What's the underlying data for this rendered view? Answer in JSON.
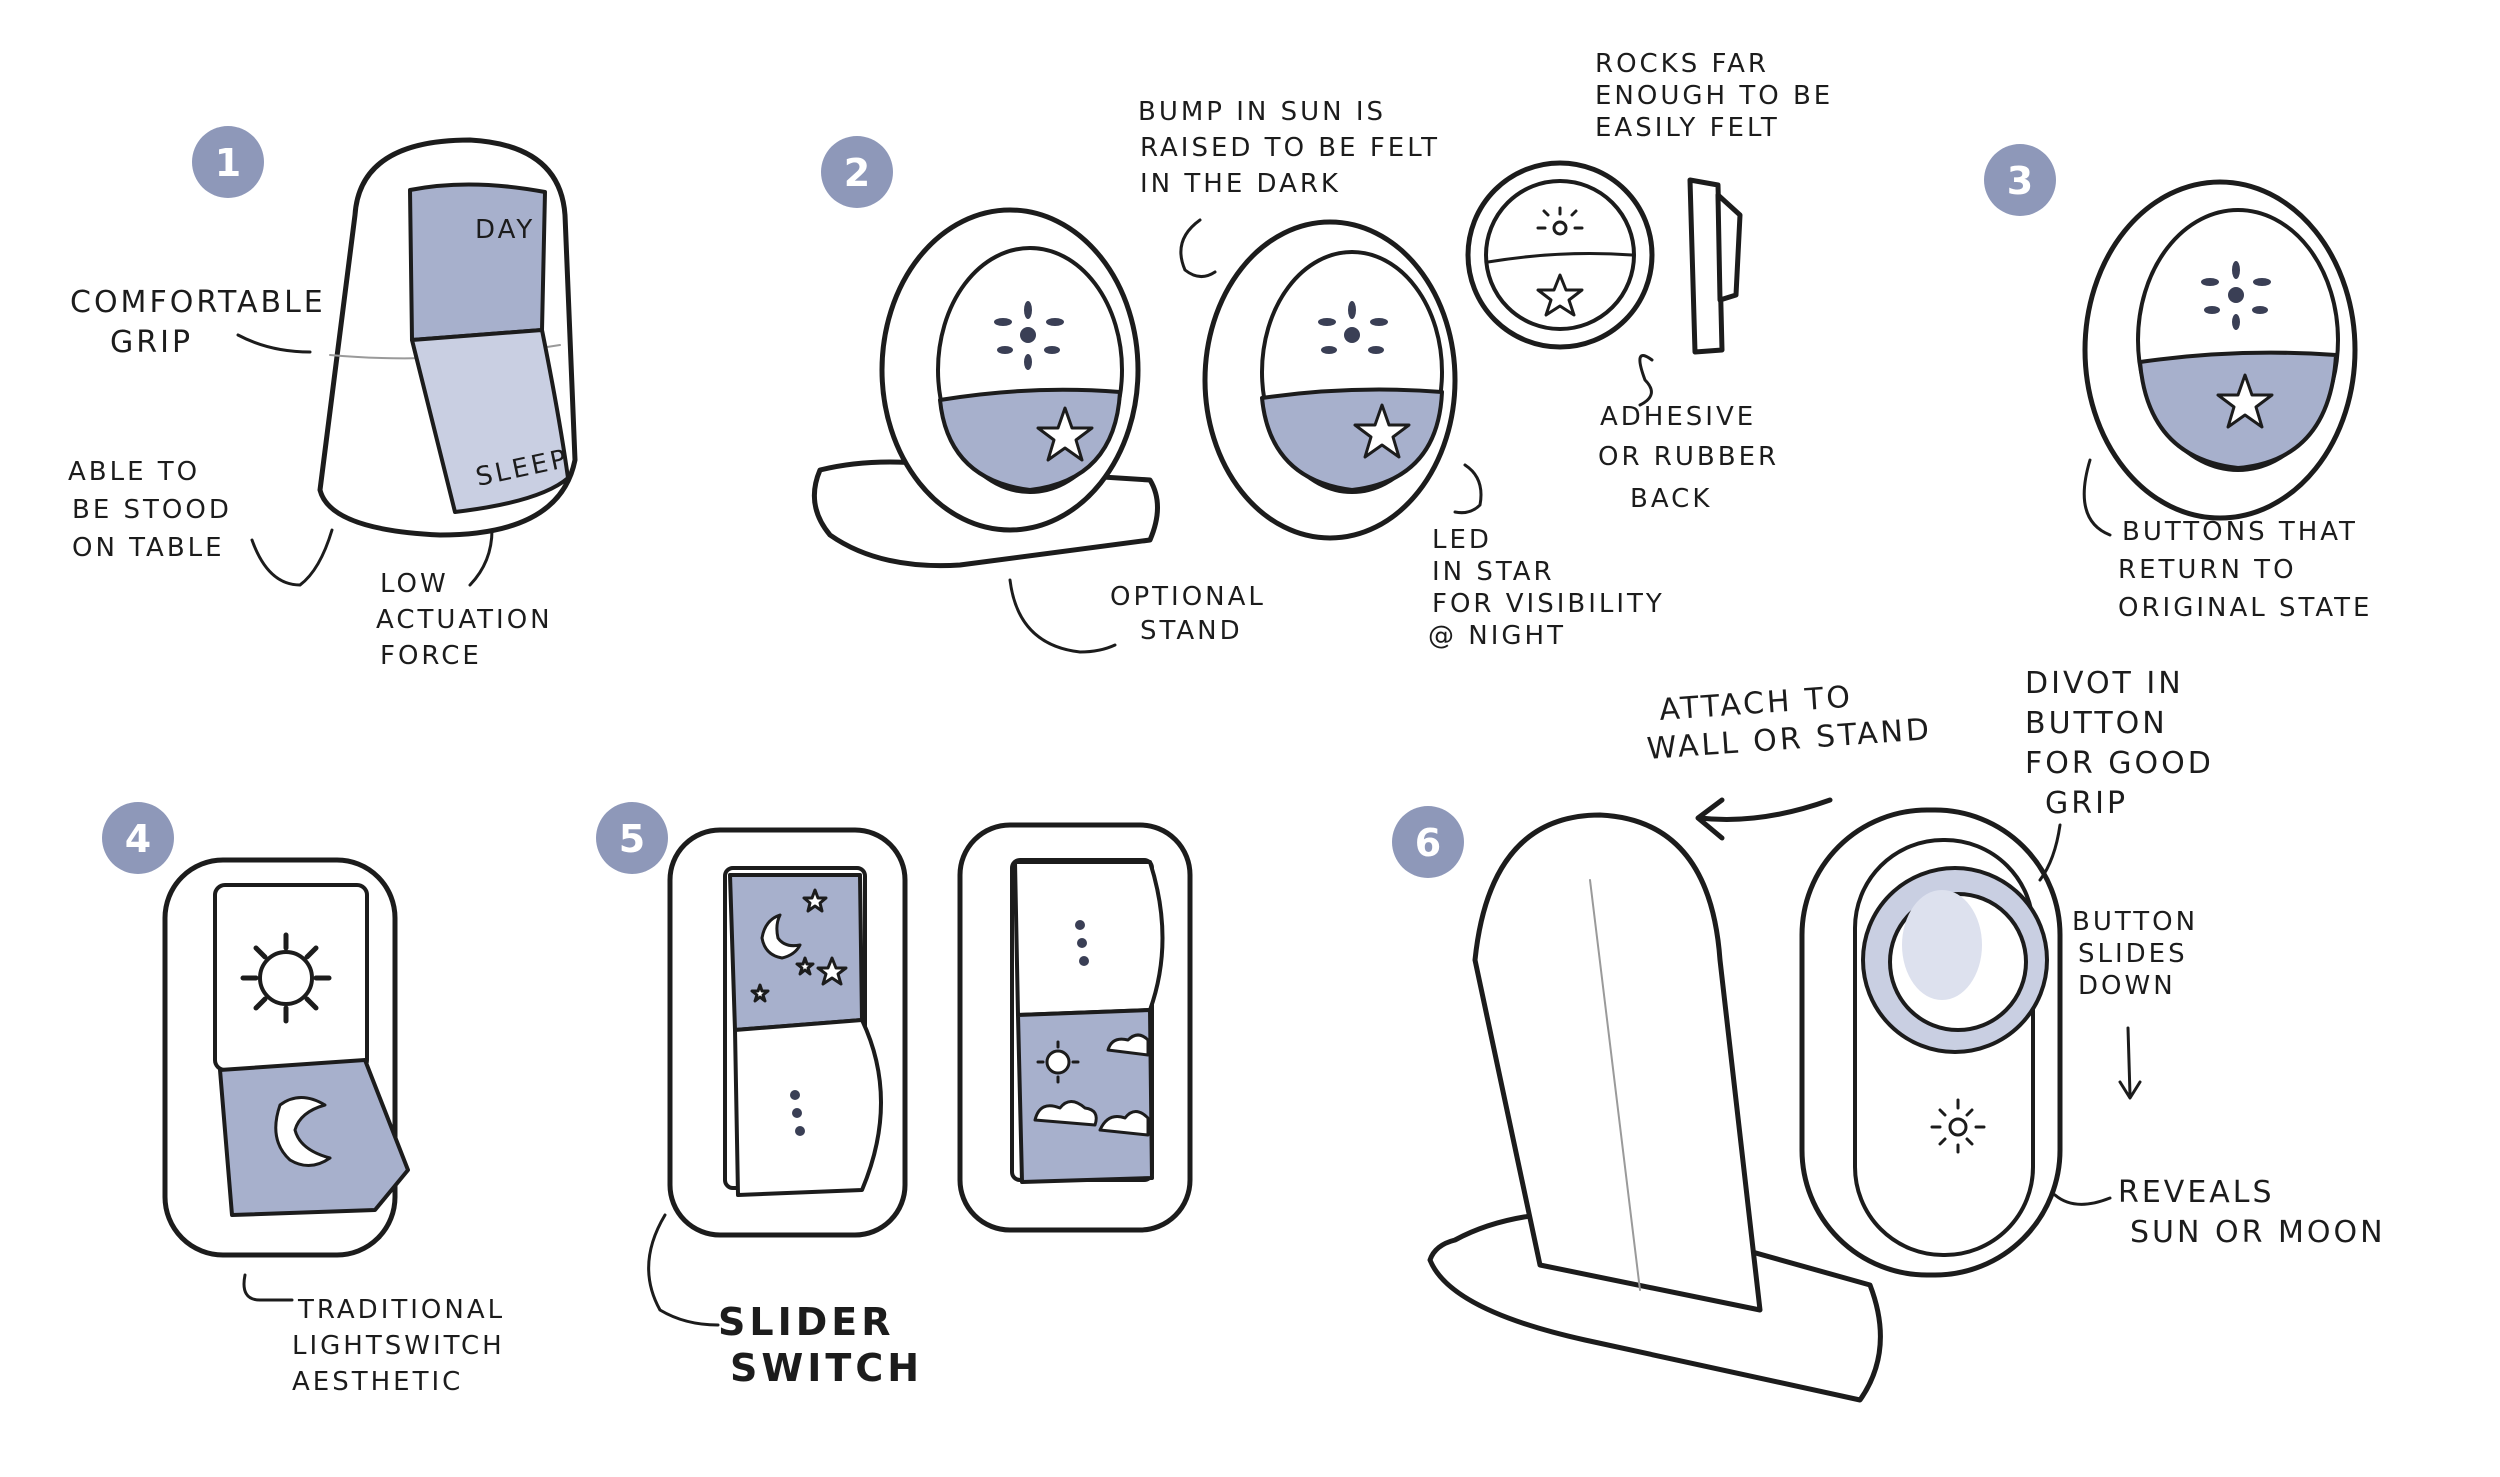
{
  "concepts": [
    {
      "number": "1",
      "switch_labels": {
        "top": "DAY",
        "bottom": "SLEEP"
      },
      "notes": {
        "grip": [
          "COMFORTABLE",
          "GRIP"
        ],
        "table": [
          "ABLE TO",
          "BE STOOD",
          "ON TABLE"
        ],
        "force": [
          "LOW",
          "ACTUATION",
          "FORCE"
        ]
      }
    },
    {
      "number": "2",
      "notes": {
        "bump": [
          "BUMP IN SUN IS",
          "RAISED TO BE FELT",
          "IN THE DARK"
        ],
        "rocks": [
          "ROCKS FAR",
          "ENOUGH TO BE",
          "EASILY FELT"
        ],
        "adhesive": [
          "ADHESIVE",
          "OR RUBBER",
          "BACK"
        ],
        "stand": [
          "OPTIONAL",
          "STAND"
        ],
        "led": [
          "LED",
          "IN STAR",
          "FOR VISIBILITY",
          "@ NIGHT"
        ]
      }
    },
    {
      "number": "3",
      "notes": {
        "return": [
          "BUTTONS THAT",
          "RETURN TO",
          "ORIGINAL STATE"
        ]
      }
    },
    {
      "number": "4",
      "notes": {
        "aesthetic": [
          "TRADITIONAL",
          "LIGHTSWITCH",
          "AESTHETIC"
        ]
      }
    },
    {
      "number": "5",
      "notes": {
        "slider": [
          "SLIDER",
          "SWITCH"
        ]
      }
    },
    {
      "number": "6",
      "notes": {
        "attach": [
          "ATTACH TO",
          "WALL OR STAND"
        ],
        "divot": [
          "DIVOT IN",
          "BUTTON",
          "FOR GOOD",
          "GRIP"
        ],
        "slides": [
          "BUTTON",
          "SLIDES",
          "DOWN"
        ],
        "reveals": [
          "REVEALS",
          "SUN OR MOON"
        ]
      }
    }
  ],
  "colors": {
    "ink": "#1c1c1c",
    "shade": "#a7b0cc",
    "badge": "#8e98b9",
    "paper": "#ffffff"
  },
  "icons": [
    "sun-icon",
    "star-icon",
    "moon-icon",
    "cloud-icon",
    "arrow-icon"
  ]
}
